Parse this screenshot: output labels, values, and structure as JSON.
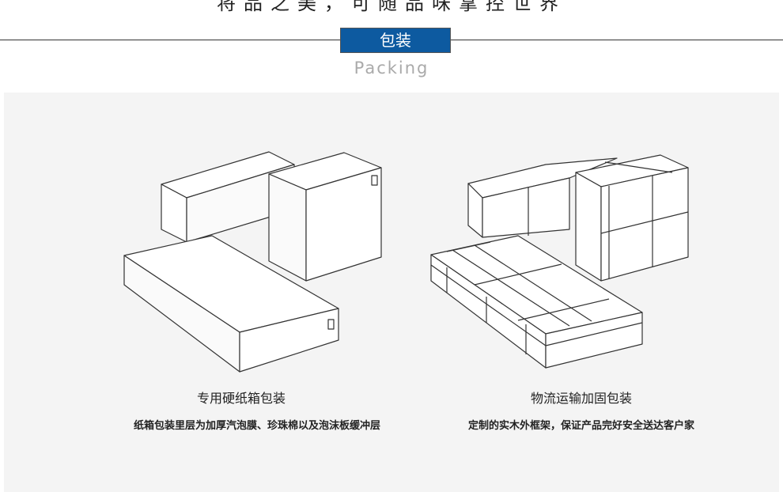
{
  "header": {
    "tagline": "将品之美，可随品味掌控世界",
    "section_title": "包装",
    "section_subtitle": "Packing"
  },
  "items": [
    {
      "title": "专用硬纸箱包装",
      "description": "纸箱包装里层为加厚汽泡膜、珍珠棉以及泡沫板缓冲层"
    },
    {
      "title": "物流运输加固包装",
      "description": "定制的实木外框架，保证产品完好安全送达客户家"
    }
  ],
  "colors": {
    "accent": "#0d5aa0",
    "panel": "#f4f4f4"
  }
}
